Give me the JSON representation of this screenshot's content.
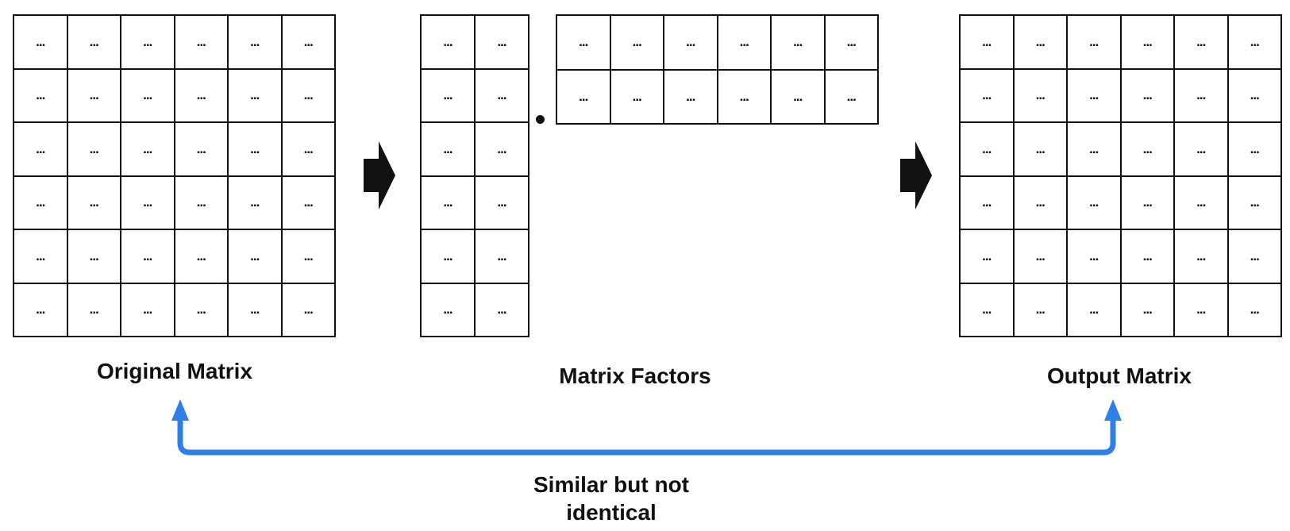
{
  "cell_text": "...",
  "matrices": {
    "original": {
      "rows": 6,
      "cols": 6
    },
    "factor_left": {
      "rows": 6,
      "cols": 2
    },
    "factor_right": {
      "rows": 2,
      "cols": 6
    },
    "output": {
      "rows": 6,
      "cols": 6
    }
  },
  "labels": {
    "original": "Original Matrix",
    "factors": "Matrix Factors",
    "output": "Output Matrix",
    "comparison": "Similar but not identical"
  },
  "colors": {
    "comparison_arrow": "#2f80e6",
    "grid": "#111111"
  },
  "icons": {
    "step_arrow": "block-arrow-right-icon",
    "multiply": "dot-product-icon",
    "comparison_arrow": "bracket-arrow-up-icon"
  }
}
